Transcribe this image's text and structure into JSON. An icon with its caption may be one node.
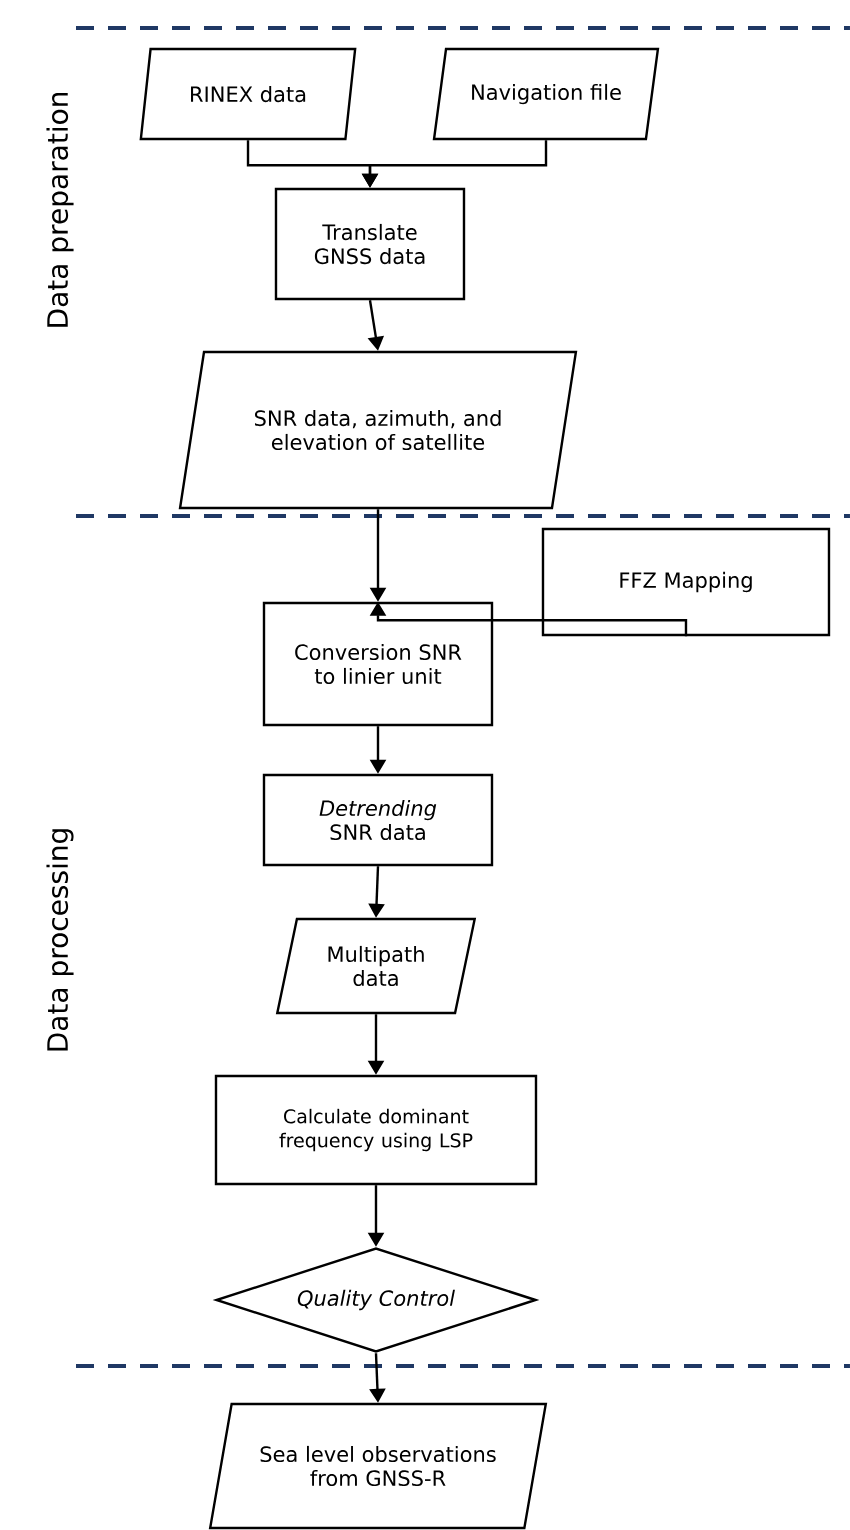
{
  "diagram": {
    "nodes": [
      {
        "text": [
          "RINEX data"
        ]
      },
      {
        "text": [
          "Navigation file"
        ]
      },
      {
        "text": [
          "Translate GNSS data"
        ]
      },
      {
        "text": [
          "SNR data, azimuth, and elevation of satellite"
        ]
      },
      {
        "text": [
          "FFZ Mapping"
        ]
      },
      {
        "text": [
          "Conversion SNR to linier unit"
        ]
      },
      {
        "text": [
          "*Detrending* SNR data"
        ]
      },
      {
        "text": [
          "Multipath data"
        ]
      },
      {
        "text": [
          "Calculate dominant frequency using LSP"
        ]
      },
      {
        "text": [
          "Quality Control"
        ]
      },
      {
        "text": [
          "Sea level observations from GNSS-R"
        ]
      }
    ],
    "edges": [
      {
        "from": 0,
        "to": 2,
        "arrow": "to"
      },
      {
        "from": 1,
        "to": 2,
        "arrow": "to"
      },
      {
        "from": 2,
        "to": 3,
        "arrow": "to"
      },
      {
        "from": 3,
        "to": 5,
        "arrow": "to"
      },
      {
        "from": 4,
        "to": 5,
        "arrow": "to"
      },
      {
        "from": 5,
        "to": 6,
        "arrow": "to"
      },
      {
        "from": 6,
        "to": 7,
        "arrow": "to"
      },
      {
        "from": 7,
        "to": 8,
        "arrow": "to"
      },
      {
        "from": 8,
        "to": 9,
        "arrow": "to"
      },
      {
        "from": 9,
        "to": 10,
        "arrow": "to"
      }
    ],
    "labels": [
      "Data preparation",
      "Data processing"
    ]
  }
}
